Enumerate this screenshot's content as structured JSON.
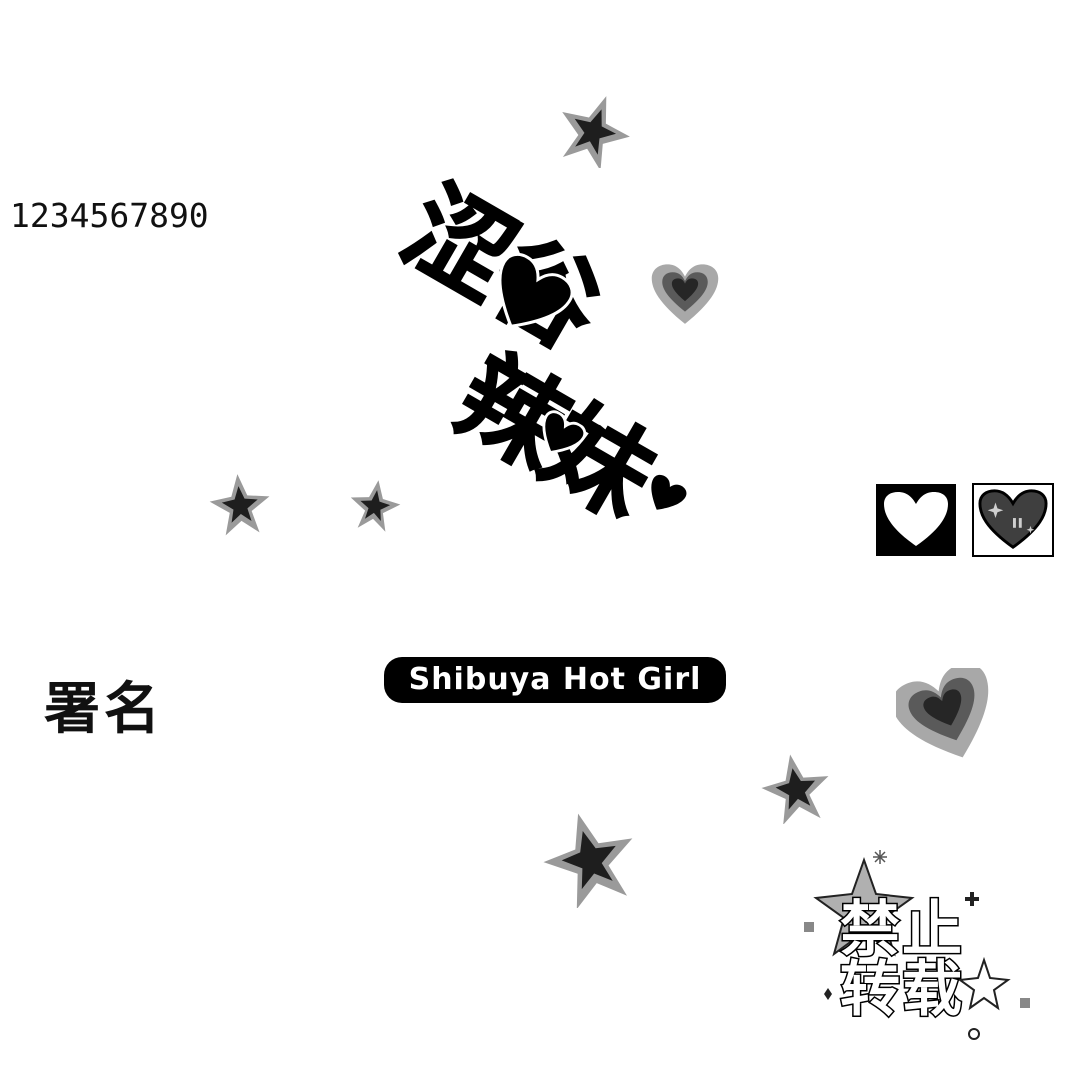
{
  "numbers_text": "1234567890",
  "signature_text": "署名",
  "title": {
    "line1": "涩谷",
    "line2": "辣妹"
  },
  "pill_text": "Shibuya Hot Girl",
  "stamp": {
    "line1": [
      "禁",
      "止"
    ],
    "line2": [
      "转",
      "载"
    ]
  },
  "colors": {
    "highlight": "#e8b6bb",
    "ink": "#000000",
    "mid_gray": "#9a9a9a",
    "dark_gray": "#3a3a3a"
  },
  "icons": [
    "star-icon",
    "heart-icon",
    "sparkle-icon"
  ]
}
